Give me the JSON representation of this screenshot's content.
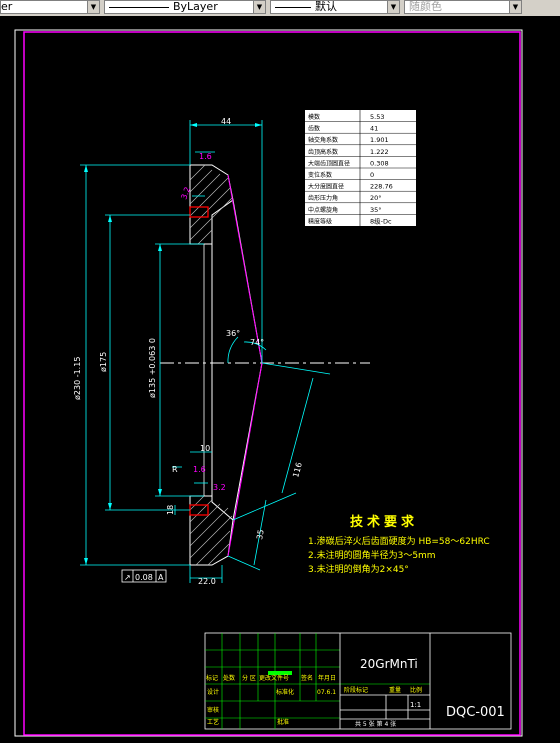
{
  "toolbar": {
    "linetype_combo_value": "er",
    "lineweight_combo_value": "ByLayer",
    "plotstyle_combo_value": "默认",
    "color_combo_value": "随颜色"
  },
  "drawing": {
    "dimensions": {
      "d_44": "44",
      "d_1_6_top": "1.6",
      "d_32_top": "3.2",
      "d_230": "ø230 -1.15",
      "d_175": "ø175",
      "d_135": "ø135 +0.063 0",
      "d_36": "36°",
      "d_74": "74°",
      "d_10": "10",
      "d_1_6_mid": "1.6",
      "d_32_bot": "3.2",
      "d_18": "18",
      "d_116": "116",
      "d_35": "35",
      "d_22": "22.0",
      "d_r": "R"
    },
    "gear_table": [
      {
        "label": "模数",
        "value": "5.53"
      },
      {
        "label": "齿数",
        "value": "41"
      },
      {
        "label": "轴交角系数",
        "value": "1.901"
      },
      {
        "label": "齿顶高系数",
        "value": "1.222"
      },
      {
        "label": "大端齿顶圆直径",
        "value": "0.308"
      },
      {
        "label": "变位系数",
        "value": "0"
      },
      {
        "label": "大分度圆直径",
        "value": "228.76"
      },
      {
        "label": "齿形压力角",
        "value": "20°"
      },
      {
        "label": "中点螺旋角",
        "value": "35°"
      },
      {
        "label": "精度等级",
        "value": "8级-Dc"
      }
    ],
    "tolerance_frame": {
      "symbol": "↗",
      "value": "0.08",
      "datum": "A"
    },
    "technical_requirements": {
      "title": "技术要求",
      "items": [
        "1.渗碳后淬火后齿面硬度为 HB=58～62HRC",
        "2.未注明的圆角半径为3～5mm",
        "3.未注明的倒角为2×45°"
      ]
    },
    "title_block": {
      "material": "20GrMnTi",
      "drawing_number": "DQC-001",
      "scale": "1:1",
      "sheet_info": "共 5 张  第 4 张",
      "label_mark": "标记",
      "label_count": "处数",
      "label_zone": "分 区",
      "label_change_doc": "更改文件号",
      "label_sign": "签名",
      "label_date": "年月日",
      "label_design": "设计",
      "label_standardize": "标准化",
      "label_date_value": "07.6.1",
      "label_stage": "阶段标记",
      "label_weight": "重量",
      "label_ratio": "比例",
      "label_review": "审核",
      "label_process": "工艺",
      "label_approve": "批准"
    }
  }
}
